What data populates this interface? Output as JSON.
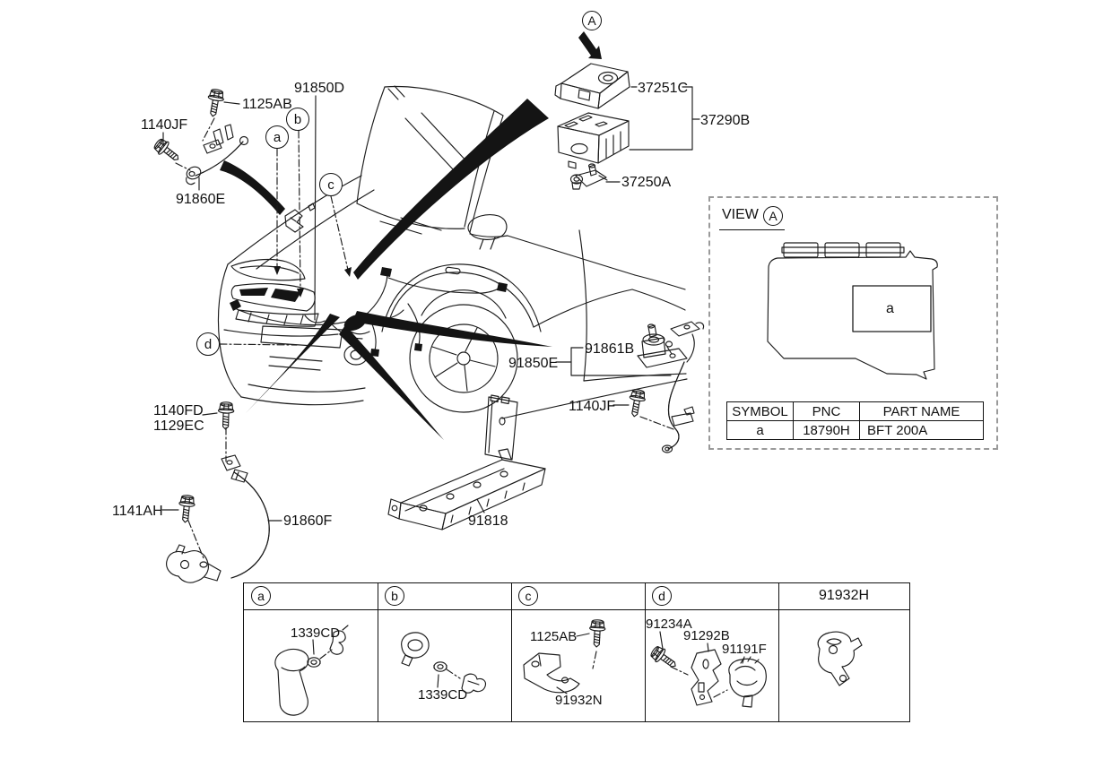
{
  "diagram_labels": {
    "bolt_1125ab": "1125AB",
    "bolt_1140jf_left": "1140JF",
    "bracket_91860e": "91860E",
    "harness_91850d": "91850D",
    "cover_37251c": "37251C",
    "assembly_37290b": "37290B",
    "terminal_37250a": "37250A",
    "terminal_91861b": "91861B",
    "harness_91850e": "91850E",
    "bolt_1140jf_right": "1140JF",
    "bolt_1140fd": "1140FD",
    "bolt_1129ec": "1129EC",
    "bolt_1141ah": "1141AH",
    "cable_91860f": "91860F",
    "bracket_91818": "91818"
  },
  "callouts": {
    "a": "a",
    "b": "b",
    "c": "c",
    "d": "d"
  },
  "detail_marker": {
    "letter": "A"
  },
  "view_detail": {
    "title": "VIEW",
    "marker": "A",
    "drawing_symbol": "a",
    "table": {
      "headers": {
        "symbol": "SYMBOL",
        "pnc": "PNC",
        "part_name": "PART NAME"
      },
      "row": {
        "symbol": "a",
        "pnc": "18790H",
        "part_name": "BFT 200A"
      }
    }
  },
  "legend_table": {
    "headers": {
      "col_a": "a",
      "col_b": "b",
      "col_c": "c",
      "col_d": "d",
      "col_e": "91932H"
    },
    "cells": {
      "a": {
        "part_1": "1339CD"
      },
      "b": {
        "part_1": "1339CD"
      },
      "c": {
        "part_1": "1125AB",
        "part_2": "91932N"
      },
      "d": {
        "part_1": "91234A",
        "part_2": "91292B",
        "part_3": "91191F"
      }
    }
  },
  "colors": {
    "line": "#1a1a1a",
    "dash_border": "#9a9a9a",
    "fill_dark": "#141414"
  }
}
